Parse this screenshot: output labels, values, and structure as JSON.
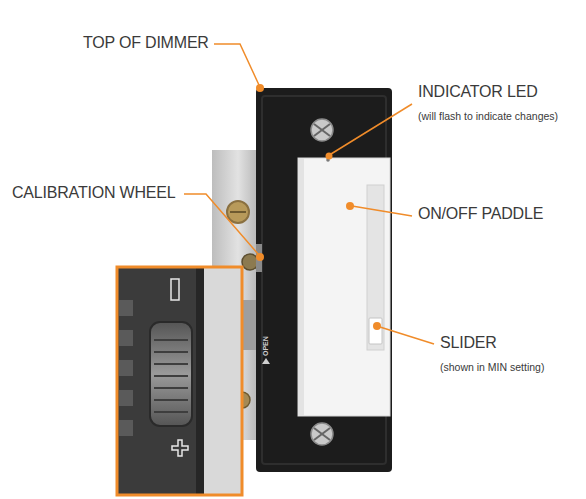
{
  "diagram": {
    "labels": [
      "TOP OF DIMMER",
      "INDICATOR LED",
      "(will flash to indicate changes)",
      "CALIBRATION WHEEL",
      "ON/OFF PADDLE",
      "SLIDER",
      "(shown in MIN setting)",
      "OPEN"
    ]
  }
}
